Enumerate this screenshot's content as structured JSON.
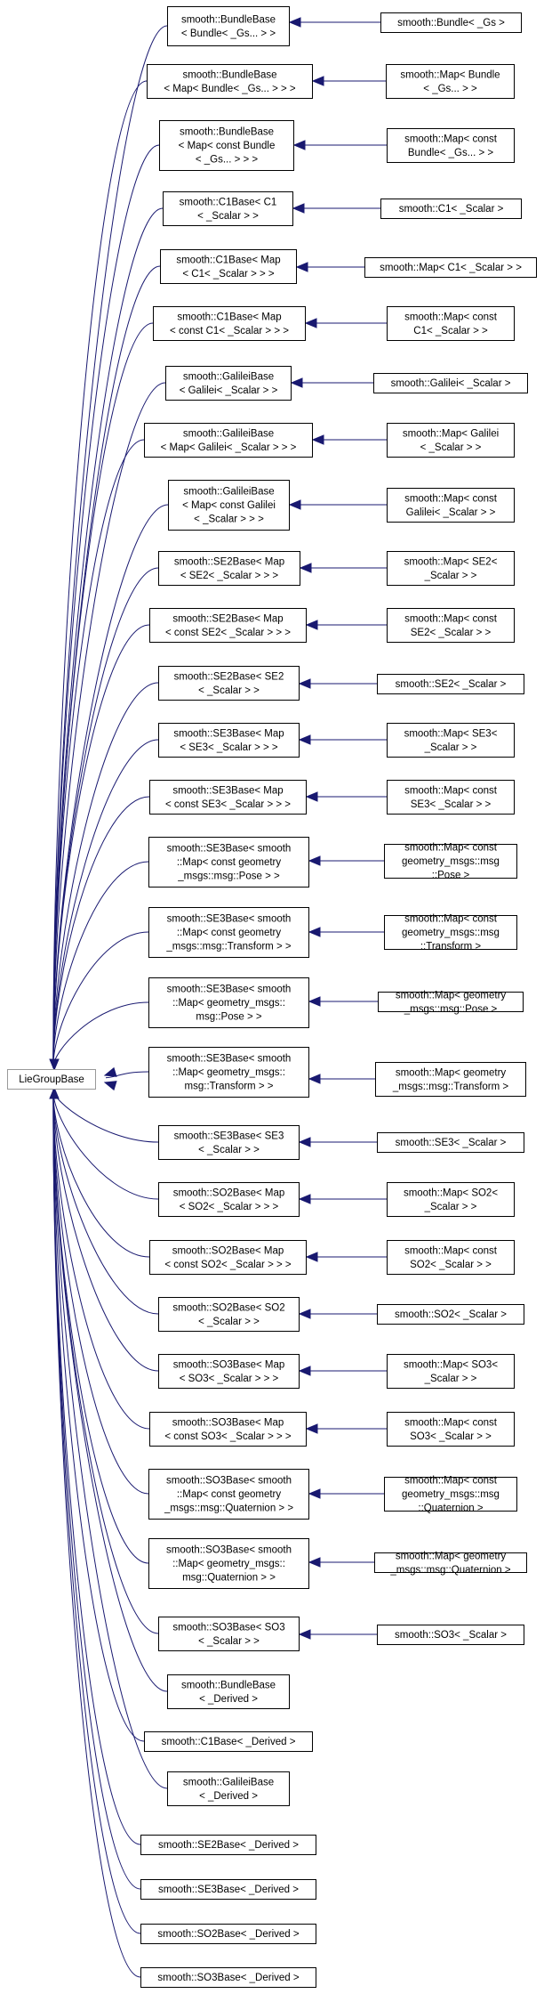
{
  "root": {
    "label": "LieGroupBase"
  },
  "pairs": [
    {
      "base": [
        "smooth::BundleBase",
        "< Bundle< _Gs... > >"
      ],
      "derived": [
        "smooth::Bundle< _Gs >"
      ]
    },
    {
      "base": [
        "smooth::BundleBase",
        "< Map< Bundle< _Gs... > > >"
      ],
      "derived": [
        "smooth::Map< Bundle",
        "< _Gs... > >"
      ]
    },
    {
      "base": [
        "smooth::BundleBase",
        "< Map< const Bundle",
        "< _Gs... > > >"
      ],
      "derived": [
        "smooth::Map< const",
        "Bundle< _Gs... > >"
      ]
    },
    {
      "base": [
        "smooth::C1Base< C1",
        "< _Scalar > >"
      ],
      "derived": [
        "smooth::C1< _Scalar >"
      ]
    },
    {
      "base": [
        "smooth::C1Base< Map",
        "< C1< _Scalar > > >"
      ],
      "derived": [
        "smooth::Map< C1< _Scalar > >"
      ]
    },
    {
      "base": [
        "smooth::C1Base< Map",
        "< const C1< _Scalar > > >"
      ],
      "derived": [
        "smooth::Map< const",
        "C1< _Scalar > >"
      ]
    },
    {
      "base": [
        "smooth::GalileiBase",
        "< Galilei< _Scalar > >"
      ],
      "derived": [
        "smooth::Galilei< _Scalar >"
      ]
    },
    {
      "base": [
        "smooth::GalileiBase",
        "< Map< Galilei< _Scalar > > >"
      ],
      "derived": [
        "smooth::Map< Galilei",
        "< _Scalar > >"
      ]
    },
    {
      "base": [
        "smooth::GalileiBase",
        "< Map< const Galilei",
        "< _Scalar > > >"
      ],
      "derived": [
        "smooth::Map< const",
        "Galilei< _Scalar > >"
      ]
    },
    {
      "base": [
        "smooth::SE2Base< Map",
        "< SE2< _Scalar > > >"
      ],
      "derived": [
        "smooth::Map< SE2<",
        "_Scalar > >"
      ]
    },
    {
      "base": [
        "smooth::SE2Base< Map",
        "< const SE2< _Scalar > > >"
      ],
      "derived": [
        "smooth::Map< const",
        "SE2< _Scalar > >"
      ]
    },
    {
      "base": [
        "smooth::SE2Base< SE2",
        "< _Scalar > >"
      ],
      "derived": [
        "smooth::SE2< _Scalar >"
      ]
    },
    {
      "base": [
        "smooth::SE3Base< Map",
        "< SE3< _Scalar > > >"
      ],
      "derived": [
        "smooth::Map< SE3<",
        "_Scalar > >"
      ]
    },
    {
      "base": [
        "smooth::SE3Base< Map",
        "< const SE3< _Scalar > > >"
      ],
      "derived": [
        "smooth::Map< const",
        "SE3< _Scalar > >"
      ]
    },
    {
      "base": [
        "smooth::SE3Base< smooth",
        "::Map< const geometry",
        "_msgs::msg::Pose > >"
      ],
      "derived": [
        "smooth::Map< const",
        "geometry_msgs::msg",
        "::Pose >"
      ]
    },
    {
      "base": [
        "smooth::SE3Base< smooth",
        "::Map< const geometry",
        "_msgs::msg::Transform > >"
      ],
      "derived": [
        "smooth::Map< const",
        "geometry_msgs::msg",
        "::Transform >"
      ]
    },
    {
      "base": [
        "smooth::SE3Base< smooth",
        "::Map< geometry_msgs::",
        "msg::Pose > >"
      ],
      "derived": [
        "smooth::Map< geometry",
        "_msgs::msg::Pose >"
      ]
    },
    {
      "base": [
        "smooth::SE3Base< smooth",
        "::Map< geometry_msgs::",
        "msg::Transform > >"
      ],
      "derived": [
        "smooth::Map< geometry",
        "_msgs::msg::Transform >"
      ]
    },
    {
      "base": [
        "smooth::SE3Base< SE3",
        "< _Scalar > >"
      ],
      "derived": [
        "smooth::SE3< _Scalar >"
      ]
    },
    {
      "base": [
        "smooth::SO2Base< Map",
        "< SO2< _Scalar > > >"
      ],
      "derived": [
        "smooth::Map< SO2<",
        "_Scalar > >"
      ]
    },
    {
      "base": [
        "smooth::SO2Base< Map",
        "< const SO2< _Scalar > > >"
      ],
      "derived": [
        "smooth::Map< const",
        "SO2< _Scalar > >"
      ]
    },
    {
      "base": [
        "smooth::SO2Base< SO2",
        "< _Scalar > >"
      ],
      "derived": [
        "smooth::SO2< _Scalar >"
      ]
    },
    {
      "base": [
        "smooth::SO3Base< Map",
        "< SO3< _Scalar > > >"
      ],
      "derived": [
        "smooth::Map< SO3<",
        "_Scalar > >"
      ]
    },
    {
      "base": [
        "smooth::SO3Base< Map",
        "< const SO3< _Scalar > > >"
      ],
      "derived": [
        "smooth::Map< const",
        "SO3< _Scalar > >"
      ]
    },
    {
      "base": [
        "smooth::SO3Base< smooth",
        "::Map< const geometry",
        "_msgs::msg::Quaternion > >"
      ],
      "derived": [
        "smooth::Map< const",
        "geometry_msgs::msg",
        "::Quaternion >"
      ]
    },
    {
      "base": [
        "smooth::SO3Base< smooth",
        "::Map< geometry_msgs::",
        "msg::Quaternion > >"
      ],
      "derived": [
        "smooth::Map< geometry",
        "_msgs::msg::Quaternion >"
      ]
    },
    {
      "base": [
        "smooth::SO3Base< SO3",
        "< _Scalar > >"
      ],
      "derived": [
        "smooth::SO3< _Scalar >"
      ]
    }
  ],
  "singles": [
    [
      "smooth::BundleBase",
      "< _Derived >"
    ],
    [
      "smooth::C1Base< _Derived >"
    ],
    [
      "smooth::GalileiBase",
      "< _Derived >"
    ],
    [
      "smooth::SE2Base< _Derived >"
    ],
    [
      "smooth::SE3Base< _Derived >"
    ],
    [
      "smooth::SO2Base< _Derived >"
    ],
    [
      "smooth::SO3Base< _Derived >"
    ]
  ]
}
